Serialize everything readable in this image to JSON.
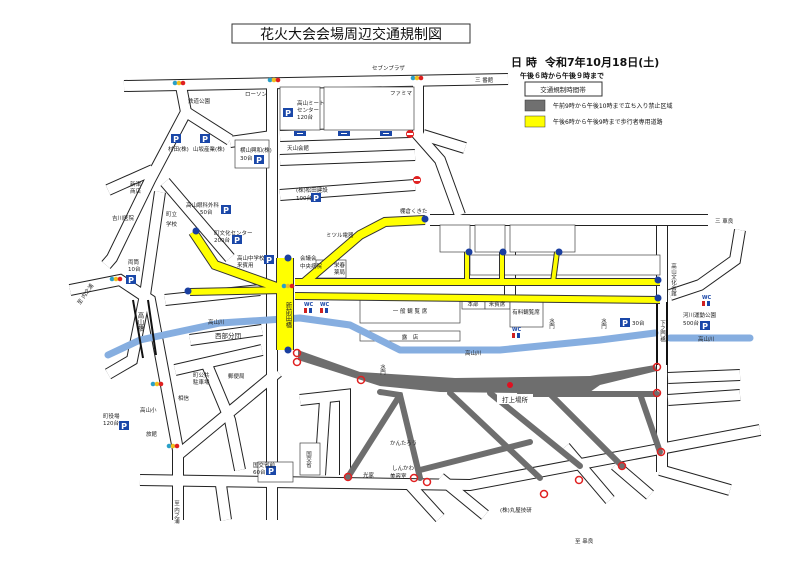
{
  "header": {
    "title": "花火大会会場周辺交通規制図",
    "date_label": "日 時",
    "date": "令和7年10月18日(土)",
    "time": "午後６時から午後９時まで"
  },
  "legend": {
    "title": "交通規制時間帯",
    "items": [
      {
        "color": "#707070",
        "label": "午前9時から午後10時まで立ち入り禁止区域"
      },
      {
        "color": "#ffff00",
        "label": "午後6時から午後9時まで歩行者専用道路"
      }
    ]
  },
  "colors": {
    "restricted": "#6e6e6e",
    "pedestrian": "#ffff00",
    "river": "#86aee0",
    "parking": "#1a47a8",
    "no_entry": "#e02020"
  },
  "labels": {
    "seven": "セブンプラザ",
    "sanbankan": "三 番館",
    "lawson": "ローソン",
    "tetsudo_koen": "鉄道公園",
    "meat_center": "高山ミート",
    "meat_center2": "センター",
    "meat_center_cap": "120台",
    "famima": "ファミマ",
    "tenzan": "天山会館",
    "murata": "村田(株)",
    "yamasaka": "山坂産業(株)",
    "yokoyama": "横山興和(株)",
    "yokoyama_cap": "30台",
    "shinkyo": "新津",
    "shinkyo2": "商店",
    "matsuda": "(株)松田建設",
    "matsuda_cap": "100台",
    "yoshikawa": "吉川医院",
    "ganka": "高山眼科外科",
    "ganka_cap": "50台",
    "gakko": "町立",
    "gakko2": "学校",
    "bunka": "町文化センター",
    "bunka_cap": "200台",
    "chugakko": "高山中学校",
    "chugakko2": "来賓用",
    "hospital": "会議会",
    "hospital2": "中央病院",
    "yakkyoku": "栄春",
    "yakkyoku2": "薬局",
    "mitsuru": "ミツル電器",
    "tanakura": "棚倉くきた",
    "sansharyo": "三 車良",
    "ryotsu": "両筒",
    "ryotsu_cap": "10台",
    "left_to": "至 内之浦",
    "shinmaeda_bashi": "新前田橋",
    "takayama_bashi": "高山橋",
    "seibu_bundan": "西部分団",
    "river1": "高山川",
    "river2": "高山川",
    "river3": "高山川",
    "ippan_seki": "一 般 観 覧 席",
    "roten": "露　店",
    "honbu": "本部",
    "raihin": "来賓席",
    "yuryo": "有料観覧席",
    "suimon1": "水門",
    "suimon2": "水門",
    "suimon3": "水門",
    "p30": "30台",
    "kasen_koen": "河川運動公園",
    "kasen_cap": "500台",
    "bunka_kaikan": "高山文化会館",
    "shimonomon": "下之門橋",
    "uchiage": "打上場所",
    "kantaro": "かんたろう",
    "shinkawa": "しんかわ",
    "shinkawa2": "美容室",
    "mitsuya": "光家",
    "maruya": "(株)丸屋技研",
    "to_kushira": "至 串良",
    "chokoukyou": "町公共",
    "chokoukyou2": "駐車場",
    "yubin": "郵便局",
    "soshin": "相信",
    "takayama_sho": "高山小",
    "yakuba": "町役場",
    "yakuba_cap": "120台",
    "ryokan": "旅館",
    "kokkosho": "国交省",
    "kokkosho_p": "国交省前",
    "kokkosho_p_cap": "60台",
    "to_uchinoura": "至 内之浦",
    "wc": "WC"
  }
}
